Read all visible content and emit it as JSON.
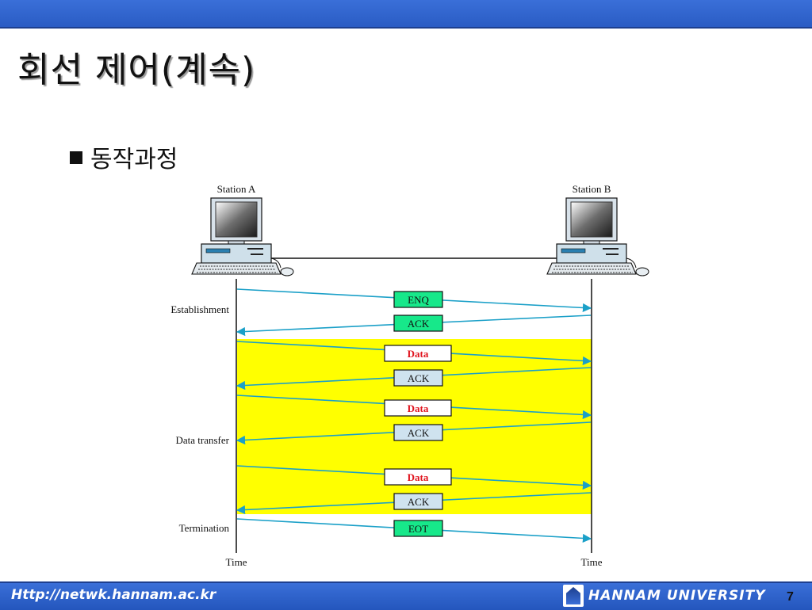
{
  "slide": {
    "title": "회선 제어(계속)",
    "bullet": "동작과정",
    "footer_url": "Http://netwk.hannam.ac.kr",
    "footer_university": "HANNAM UNIVERSITY",
    "page_number": "7"
  },
  "diagram": {
    "station_a": "Station A",
    "station_b": "Station B",
    "time_label": "Time",
    "phases": {
      "establishment": "Establishment",
      "data_transfer": "Data transfer",
      "termination": "Termination"
    },
    "frames": {
      "enq": "ENQ",
      "ack": "ACK",
      "data": "Data",
      "eot": "EOT"
    },
    "colors": {
      "control_frame": "#17e88a",
      "ack_frame": "#cfe3ef",
      "data_frame_text": "#e0141e",
      "data_band": "#ffff00",
      "arrow": "#1ba0c8"
    }
  }
}
